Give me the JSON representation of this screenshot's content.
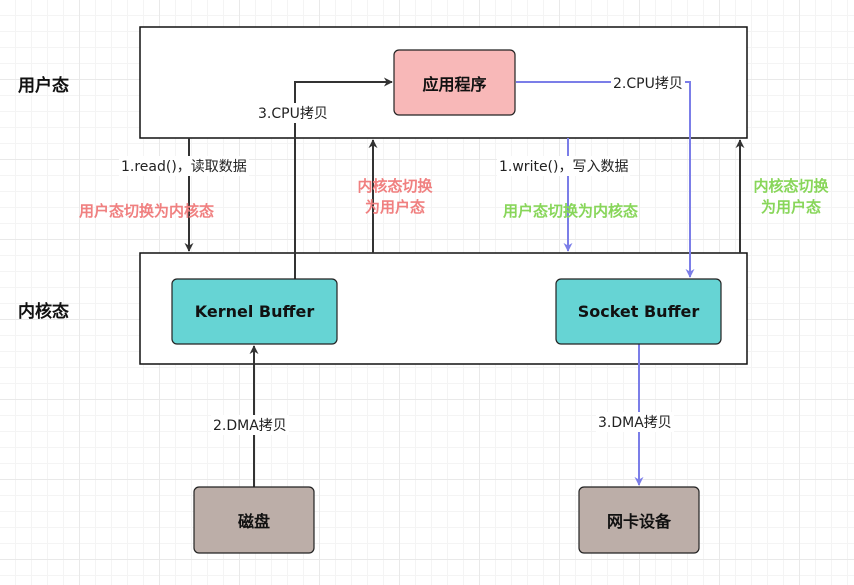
{
  "regions": {
    "user_space": "用户态",
    "kernel_space": "内核态"
  },
  "nodes": {
    "app": "应用程序",
    "kernel_buffer": "Kernel Buffer",
    "socket_buffer": "Socket Buffer",
    "disk": "磁盘",
    "nic": "网卡设备"
  },
  "steps": {
    "read": "1.read()，读取数据",
    "cpu_copy_read": "3.CPU拷贝",
    "cpu_copy_write": "2.CPU拷贝",
    "write": "1.write()，写入数据",
    "dma_copy_read": "2.DMA拷贝",
    "dma_copy_write": "3.DMA拷贝"
  },
  "notes": {
    "user_to_kernel_read": "用户态切换为内核态",
    "kernel_to_user_read_line1": "内核态切换",
    "kernel_to_user_read_line2": "为用户态",
    "user_to_kernel_write": "用户态切换为内核态",
    "kernel_to_user_write_line1": "内核态切换",
    "kernel_to_user_write_line2": "为用户态"
  },
  "colors": {
    "app_fill": "#f8b8b8",
    "buffer_fill": "#66d4d4",
    "device_fill": "#bcaea8",
    "dark_arrow": "#333333",
    "blue_arrow": "#7b7ee8",
    "red_note": "#f08080",
    "green_note": "#88d65a"
  }
}
